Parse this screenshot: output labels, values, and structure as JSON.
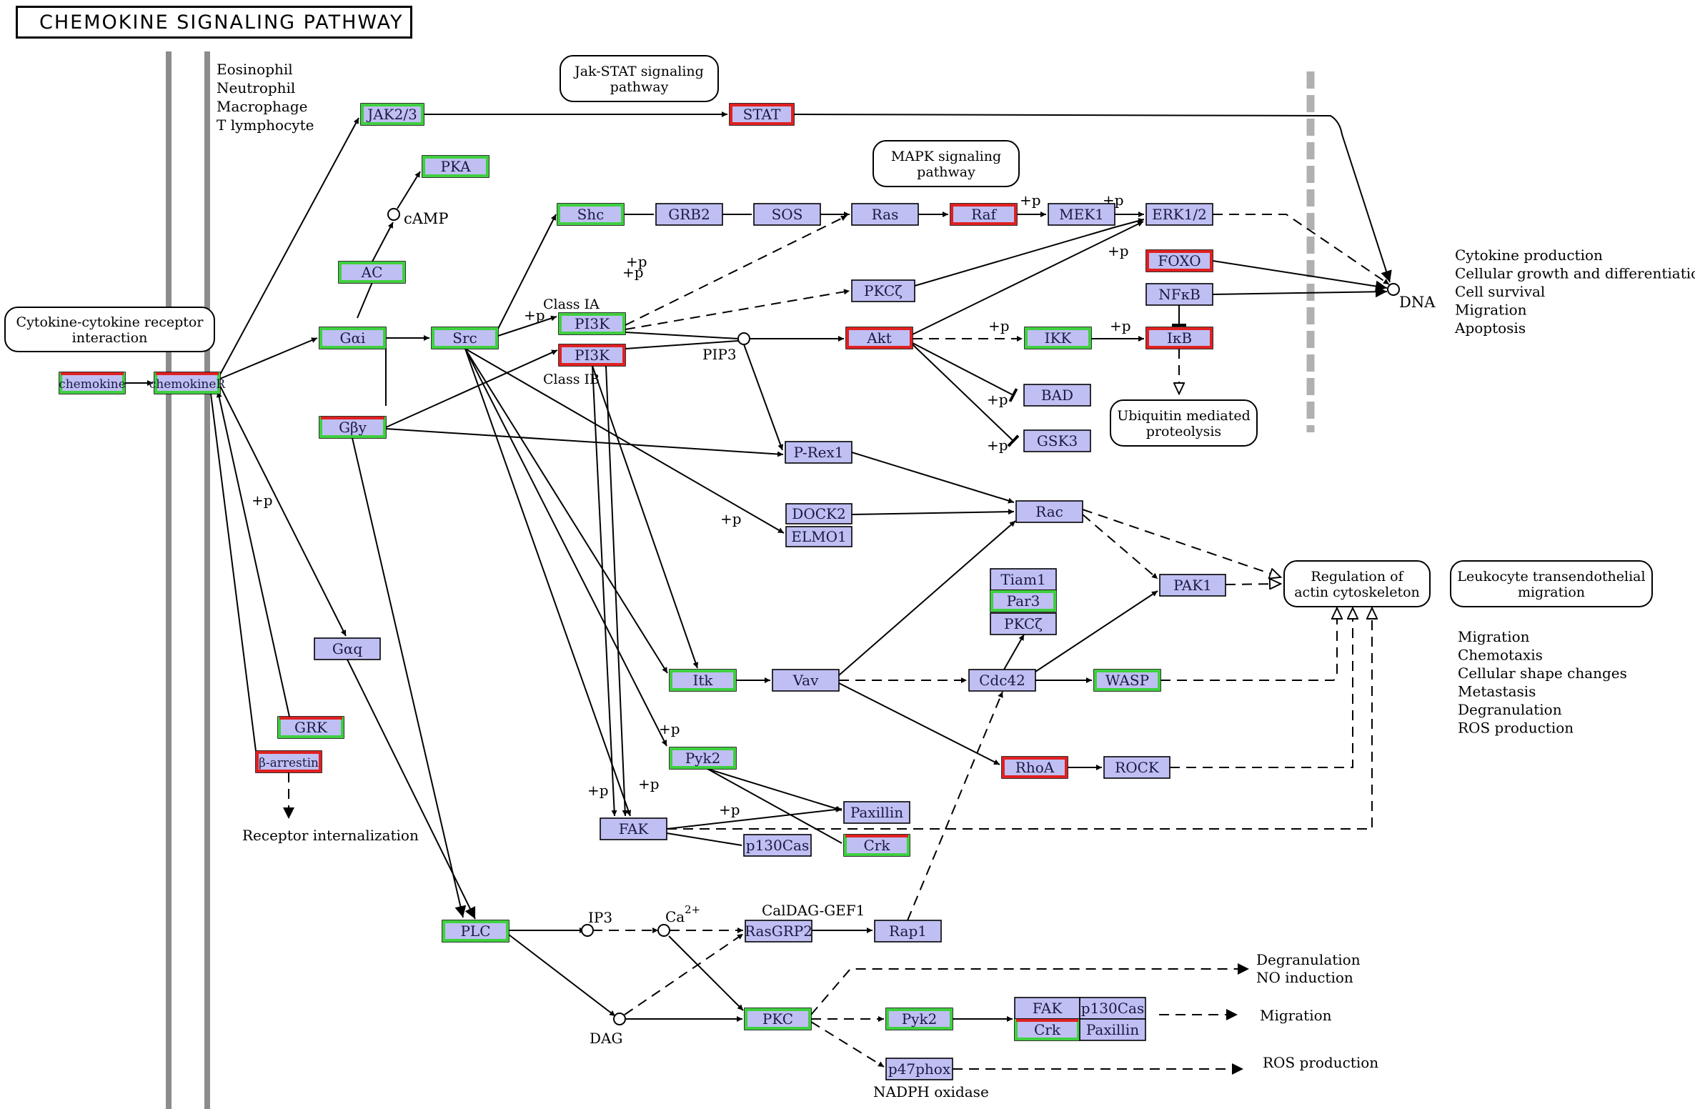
{
  "title": "CHEMOKINE SIGNALING PATHWAY",
  "colors": {
    "gene_fill": "#bfbff4",
    "down": "#e02020",
    "up": "#3fd03f",
    "line": "#000000",
    "membrane": "#8c8c8c"
  },
  "cell_types": [
    "Eosinophil",
    "Neutrophil",
    "Macrophage",
    "T lymphocyte"
  ],
  "genes": {
    "chemokine": "chemokine",
    "chemokineR": "chemokineR",
    "jak": "JAK2/3",
    "stat": "STAT",
    "pka": "PKA",
    "ac": "AC",
    "gai": "Gαi",
    "gby": "Gβy",
    "gaq": "Gαq",
    "grk": "GRK",
    "barr": "β-arrestin",
    "src": "Src",
    "shc": "Shc",
    "grb2": "GRB2",
    "sos": "SOS",
    "ras": "Ras",
    "raf": "Raf",
    "mek1": "MEK1",
    "erk": "ERK1/2",
    "pkcz1": "PKCζ",
    "foxo": "FOXO",
    "nfkb": "NFκB",
    "pi3k1": "PI3K",
    "pi3k2": "PI3K",
    "akt": "Akt",
    "ikk": "IKK",
    "ikb": "IκB",
    "bad": "BAD",
    "gsk3": "GSK3",
    "prex1": "P-Rex1",
    "dock2": "DOCK2",
    "elmo1": "ELMO1",
    "rac": "Rac",
    "tiam1": "Tiam1",
    "par3": "Par3",
    "pkcz2": "PKCζ",
    "pak1": "PAK1",
    "itk": "Itk",
    "vav": "Vav",
    "cdc42": "Cdc42",
    "wasp": "WASP",
    "rhoa": "RhoA",
    "rock": "ROCK",
    "pyk2a": "Pyk2",
    "paxillin1": "Paxillin",
    "fak1": "FAK",
    "p130cas1": "p130Cas",
    "crk1": "Crk",
    "plc": "PLC",
    "rasgrp2": "RasGRP2",
    "rap1": "Rap1",
    "pkc": "PKC",
    "pyk2b": "Pyk2",
    "fak2": "FAK",
    "p130cas2": "p130Cas",
    "crk2": "Crk",
    "paxillin2": "Paxillin",
    "p47phox": "p47phox"
  },
  "pathway_links": {
    "jakstat": [
      "Jak-STAT signaling",
      "pathway"
    ],
    "mapk": [
      "MAPK signaling",
      "pathway"
    ],
    "cytokine": [
      "Cytokine-cytokine receptor",
      "interaction"
    ],
    "ubiquitin": [
      "Ubiquitin mediated",
      "proteolysis"
    ],
    "actin": [
      "Regulation of",
      "actin cytoskeleton"
    ],
    "leukocyte": [
      "Leukocyte transendothelial",
      "migration"
    ]
  },
  "outcomes": {
    "dna": [
      "Cytokine production",
      "Cellular growth and differentiation",
      "Cell survival",
      "Migration",
      "Apoptosis"
    ],
    "actin": [
      "Migration",
      "Chemotaxis",
      "Cellular shape changes",
      "Metastasis",
      "Degranulation",
      "ROS production"
    ]
  },
  "labels": {
    "camp": "cAMP",
    "pip3": "PIP3",
    "ip3": "IP3",
    "ca": "Ca",
    "ca_sup": "2+",
    "dag": "DAG",
    "dna": "DNA",
    "class_ia": "Class IA",
    "class_ib": "Class IB",
    "caldag": "CalDAG-GEF1",
    "receptor_int": "Receptor internalization",
    "nadph": "NADPH oxidase",
    "degran": "Degranulation",
    "no_ind": "NO induction",
    "migration": "Migration",
    "ros": "ROS production",
    "plus_p": "+p"
  }
}
